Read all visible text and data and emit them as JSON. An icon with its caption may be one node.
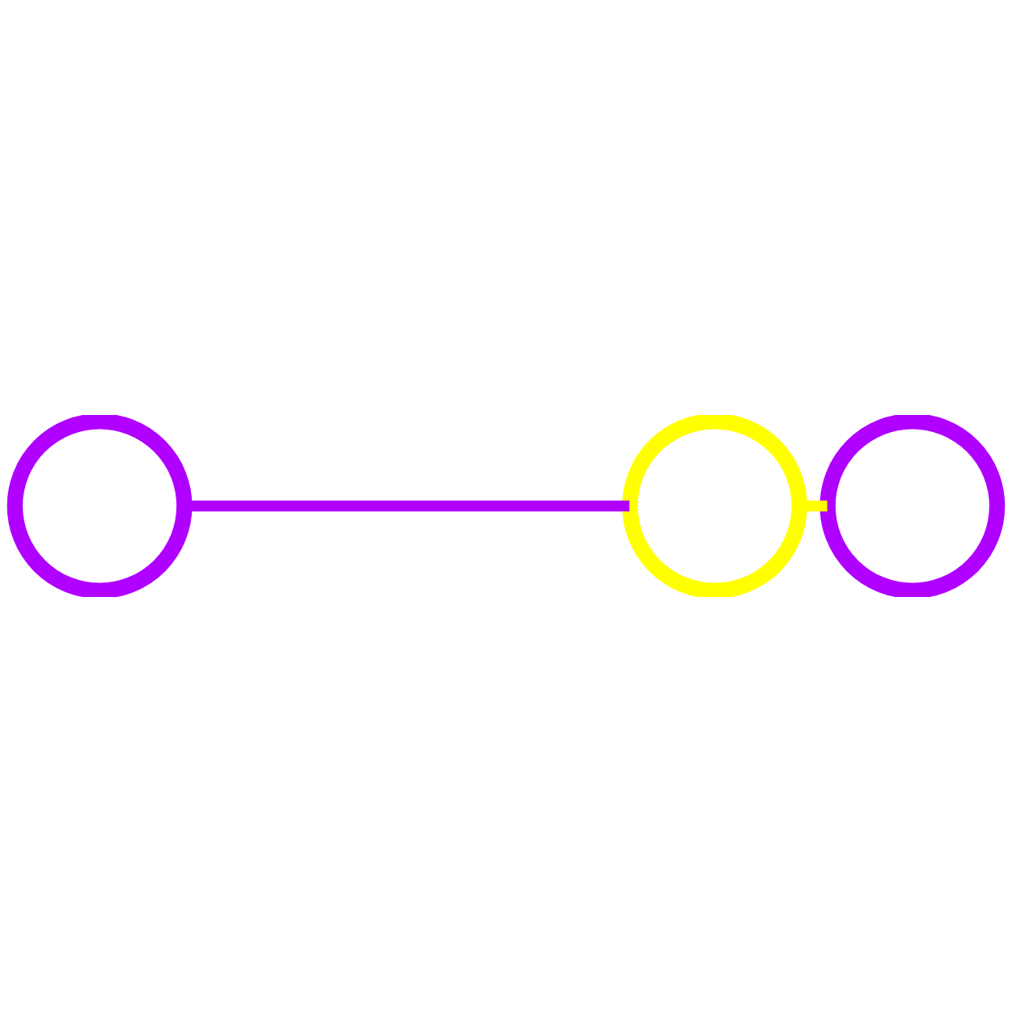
{
  "diagram": {
    "nodes": [
      {
        "text": [],
        "shape": "circle"
      },
      {
        "text": [],
        "shape": "circle"
      },
      {
        "text": [],
        "shape": "circle"
      }
    ],
    "edges": [
      {
        "from": 0,
        "to": 1,
        "arrow": "none",
        "color": "#b000ff"
      },
      {
        "from": 1,
        "to": 2,
        "arrow": "none",
        "color": "#ffff00"
      }
    ]
  }
}
